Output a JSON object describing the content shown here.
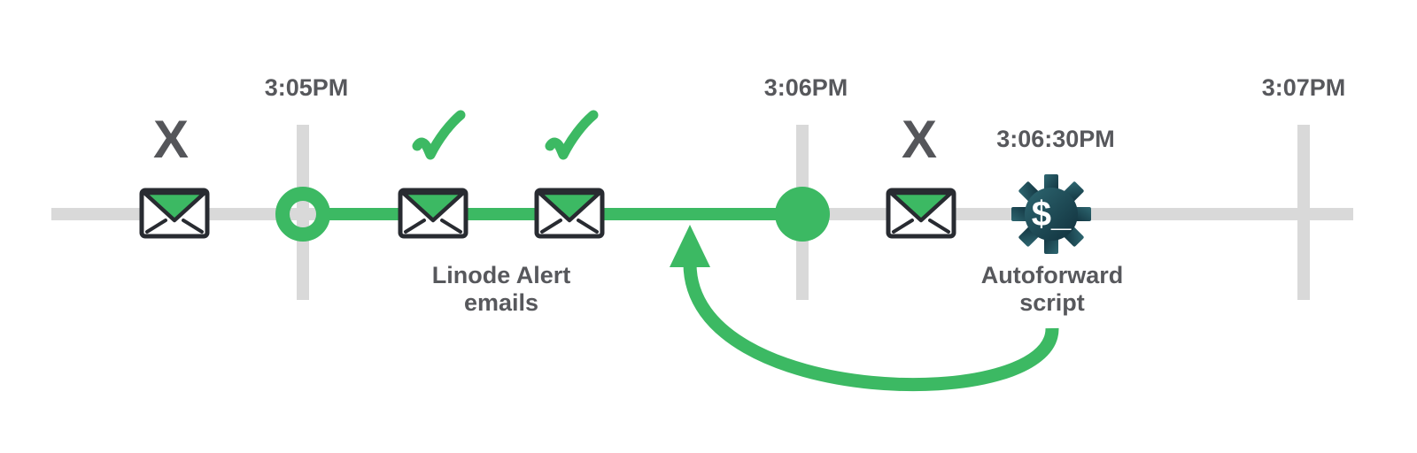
{
  "diagram": {
    "background": "#ffffff",
    "colors": {
      "green": "#3cb963",
      "line_gray": "#d9d9d9",
      "text_gray": "#57585c",
      "dark_outline": "#282b31",
      "gear_gradient_start": "#2e6771",
      "gear_gradient_end": "#10303c"
    },
    "timeline": {
      "ticks": [
        {
          "label": "3:05PM"
        },
        {
          "label": "3:06PM"
        },
        {
          "label": "3:07PM"
        }
      ]
    },
    "events": {
      "missed_email_before": {
        "mark": "X",
        "icon": "envelope-icon"
      },
      "alert_email_1": {
        "icon": "envelope-icon",
        "status_icon": "check-icon"
      },
      "alert_email_2": {
        "icon": "envelope-icon",
        "status_icon": "check-icon"
      },
      "alert_emails_label": {
        "line1": "Linode Alert",
        "line2": "emails"
      },
      "missed_email_after": {
        "mark": "X",
        "icon": "envelope-icon"
      },
      "autoforward": {
        "time": "3:06:30PM",
        "label_line1": "Autoforward",
        "label_line2": "script",
        "prompt": "$_",
        "icon": "gear-icon"
      }
    },
    "arrow": {
      "icon": "loop-arrow"
    }
  }
}
